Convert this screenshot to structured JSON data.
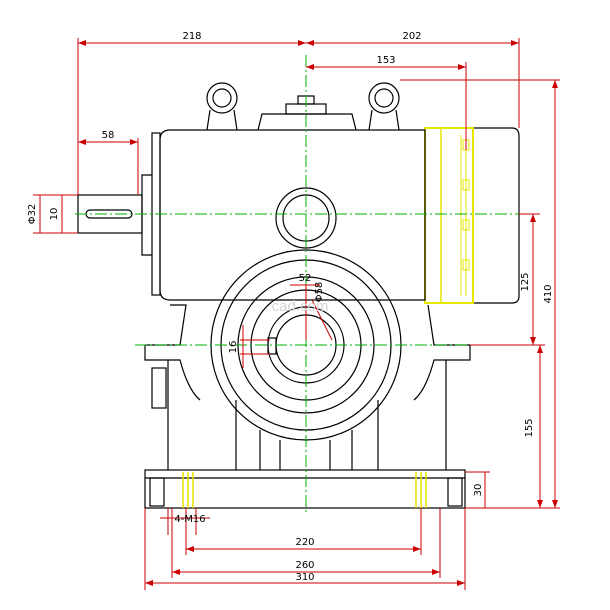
{
  "colors": {
    "outline": "#000000",
    "dimension": "#cc0000",
    "centerline": "#00b000",
    "motor": "#e6e600",
    "watermark": "#d6d6d6"
  },
  "dimensions": {
    "top_left": "218",
    "top_right": "202",
    "motor_offset": "153",
    "shaft_length": "58",
    "shaft_dia": "Φ32",
    "key_width": "10",
    "bore_dia": "Φ58",
    "keyway_depth": "52",
    "keyway_width": "16",
    "overall_height": "410",
    "motor_height": "125",
    "center_height": "155",
    "base_thickness": "30",
    "bolt_spec": "4-M16",
    "bolt_spacing": "220",
    "base_inner": "260",
    "base_width": "310"
  },
  "watermark": "cad.com"
}
